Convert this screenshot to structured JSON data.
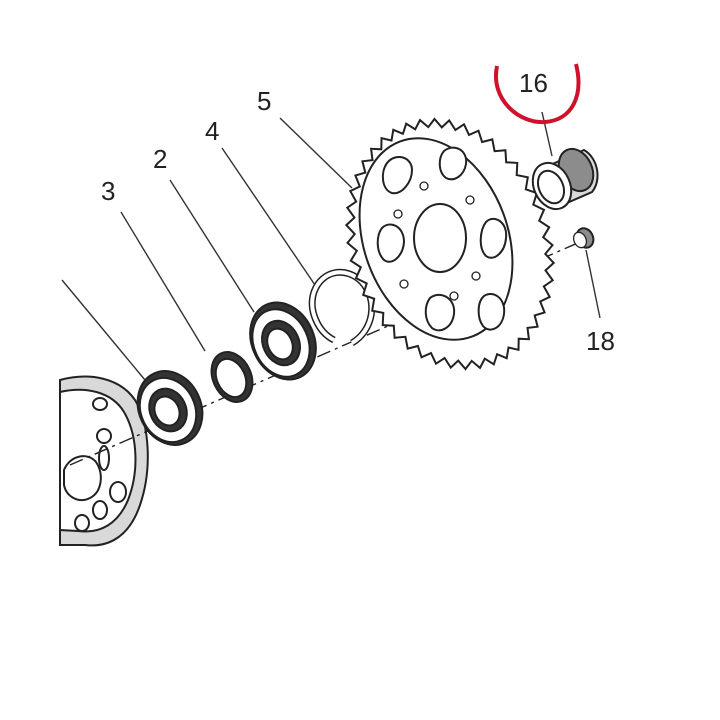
{
  "diagram": {
    "callouts": [
      {
        "id": "3",
        "label": "3"
      },
      {
        "id": "2",
        "label": "2"
      },
      {
        "id": "4",
        "label": "4"
      },
      {
        "id": "5",
        "label": "5"
      },
      {
        "id": "16",
        "label": "16",
        "highlighted": true
      },
      {
        "id": "18",
        "label": "18"
      }
    ],
    "highlight_color": "#d0112b"
  }
}
